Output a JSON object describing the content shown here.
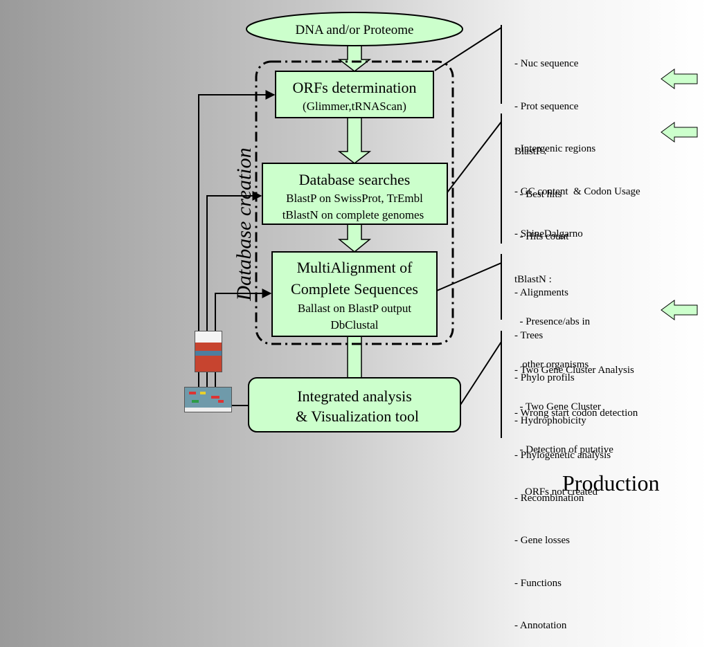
{
  "diagram": {
    "input_node": "DNA and/or Proteome",
    "steps": [
      {
        "title": "ORFs determination",
        "subtitle": "(Glimmer,tRNAScan)"
      },
      {
        "title": "Database searches",
        "lines": [
          "BlastP on SwissProt, TrEmbl",
          "tBlastN on complete genomes"
        ]
      },
      {
        "title_lines": [
          "MultiAlignment of",
          "Complete Sequences"
        ],
        "lines": [
          "Ballast on BlastP output",
          "DbClustal"
        ]
      }
    ],
    "final_node": [
      "Integrated analysis",
      "& Visualization tool"
    ],
    "group_label": "Database creation",
    "production_label": "Production",
    "colors": {
      "node_fill": "#ccffcc",
      "arrow_fill": "#ccffcc",
      "stroke": "#000000"
    }
  },
  "notes": {
    "orfs": [
      "- Nuc sequence",
      "- Prot sequence",
      "- Intergenic regions",
      "- GC content  & Codon Usage",
      "- ShineDalgarno"
    ],
    "searches": [
      "BlastP :",
      "  - Best hits",
      "  - Hits count",
      "tBlastN :",
      "  - Presence/abs in",
      "   other organisms",
      "  - Two Gene Cluster",
      "  - Detection of putative",
      "    ORFs not created"
    ],
    "alignment": [
      "- Alignments",
      "- Trees",
      "- Phylo profils",
      "- Hydrophobicity"
    ],
    "analysis": [
      "- Two Gene Cluster Analysis",
      "- Wrong start codon detection",
      "- Phylogenetic analysis",
      "- Recombination",
      "- Gene losses",
      "- Functions",
      "- Annotation"
    ]
  },
  "icons": {
    "pointer": "left-arrow-icon",
    "thumb_1": "screenshot-thumbnail-icon",
    "thumb_2": "screenshot-thumbnail-icon"
  }
}
